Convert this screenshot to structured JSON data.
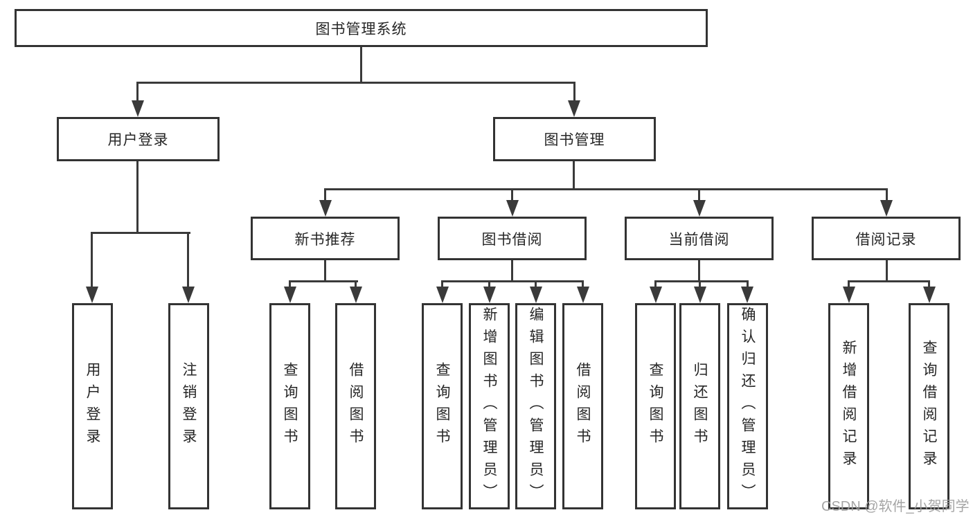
{
  "watermark": "CSDN @软件_小贺同学",
  "colors": {
    "background": "#ffffff",
    "box_border": "#333333",
    "connector_line": "#3a3a3a",
    "node_text": "#262626",
    "watermark_text": "#9e9e9e"
  },
  "diagram": {
    "type": "hierarchy-tree",
    "root": {
      "label": "图书管理系统"
    },
    "branches": [
      {
        "label": "用户登录",
        "children": [
          {
            "label": "用户登录"
          },
          {
            "label": "注销登录"
          }
        ]
      },
      {
        "label": "图书管理",
        "children": [
          {
            "label": "新书推荐",
            "children": [
              {
                "label": "查询图书"
              },
              {
                "label": "借阅图书"
              }
            ]
          },
          {
            "label": "图书借阅",
            "children": [
              {
                "label": "查询图书"
              },
              {
                "label": "新增图书（管理员）"
              },
              {
                "label": "编辑图书（管理员）"
              },
              {
                "label": "借阅图书"
              }
            ]
          },
          {
            "label": "当前借阅",
            "children": [
              {
                "label": "查询图书"
              },
              {
                "label": "归还图书"
              },
              {
                "label": "确认归还（管理员）"
              }
            ]
          },
          {
            "label": "借阅记录",
            "children": [
              {
                "label": "新增借阅记录"
              },
              {
                "label": "查询借阅记录"
              }
            ]
          }
        ]
      }
    ]
  }
}
